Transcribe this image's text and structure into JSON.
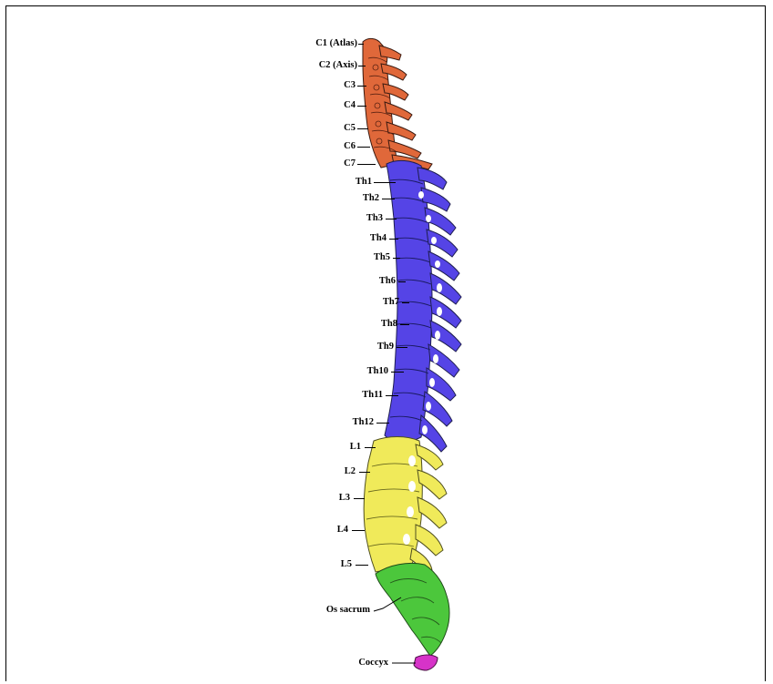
{
  "labels": {
    "c1": "C1 (Atlas)",
    "c2": "C2 (Axis)",
    "c3": "C3",
    "c4": "C4",
    "c5": "C5",
    "c6": "C6",
    "c7": "C7",
    "th1": "Th1",
    "th2": "Th2",
    "th3": "Th3",
    "th4": "Th4",
    "th5": "Th5",
    "th6": "Th6",
    "th7": "Th7",
    "th8": "Th8",
    "th9": "Th9",
    "th10": "Th10",
    "th11": "Th11",
    "th12": "Th12",
    "l1": "L1",
    "l2": "L2",
    "l3": "L3",
    "l4": "L4",
    "l5": "L5",
    "sacrum": "Os sacrum",
    "coccyx": "Coccyx"
  },
  "colors": {
    "cervical": "#e0683a",
    "thoracic": "#5544e6",
    "lumbar": "#f0ea5a",
    "sacrum": "#4cc73c",
    "coccyx": "#d633c8",
    "outline": "#1e1e30"
  }
}
